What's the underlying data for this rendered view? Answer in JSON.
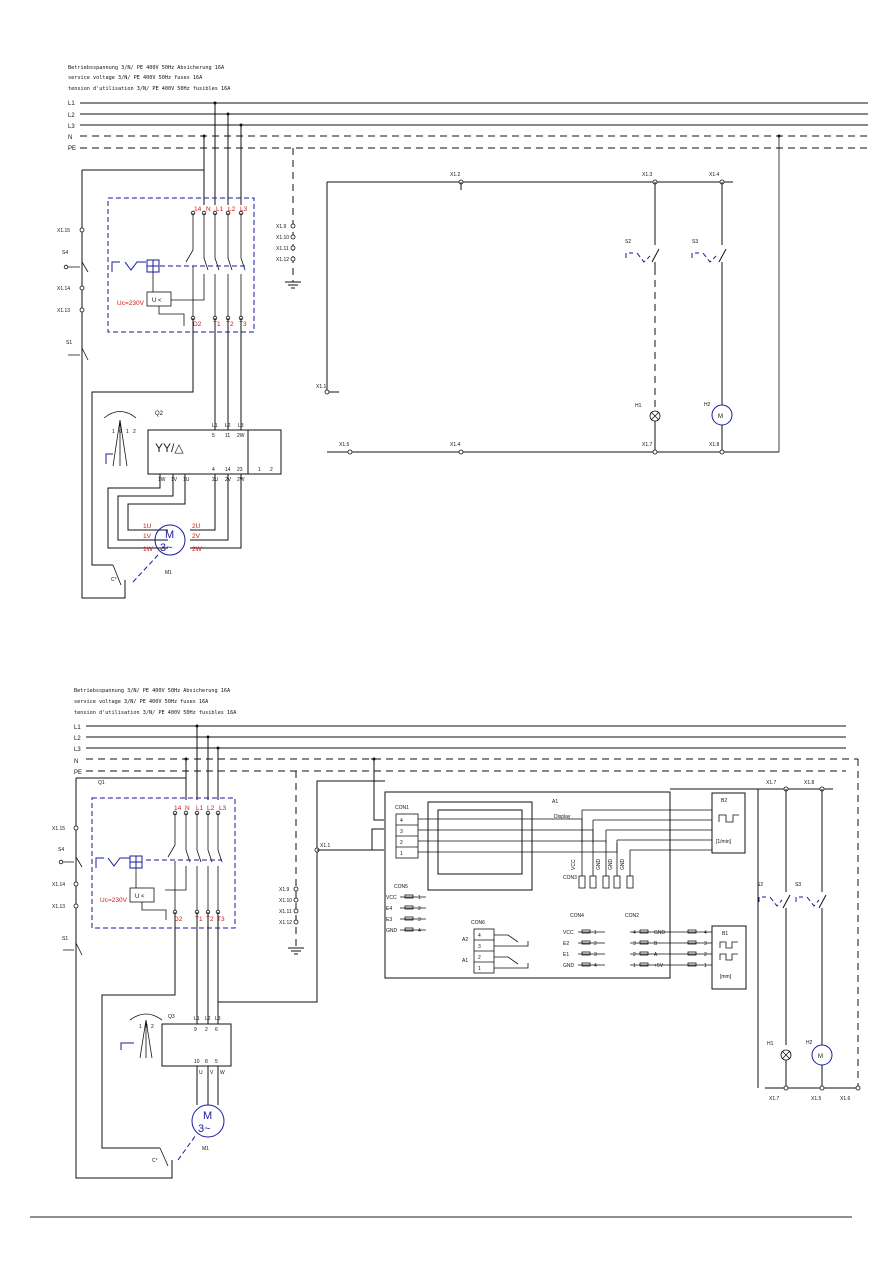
{
  "diagram1": {
    "header": [
      "Betriebsspannung 3/N/ PE 400V 50Hz Absicherung 16A",
      "service voltage 3/N/ PE 400V 50Hz fuses 16A",
      "tension d'utilisation 3/N/ PE 400V 50Hz fusibles 16A"
    ],
    "bus_labels": [
      "L1",
      "L2",
      "L3",
      "N",
      "PE"
    ],
    "terminals": {
      "x12": "X1.2",
      "x13": "X1.3",
      "x14": "X1.4",
      "x15": "X1.5",
      "x1_9": "X1.9",
      "x1_10": "X1.10",
      "x1_11": "X1.11",
      "x1_12": "X1.12",
      "x1_15": "X1.15",
      "x1_14": "X1.14",
      "x1_13": "X1.13",
      "x1_1": "X1.1",
      "x1_5b": "X1.5",
      "x1_4b": "X1.4",
      "x1_7": "X1.7",
      "x1_8": "X1.8"
    },
    "breaker_top": [
      "14",
      "N",
      "L1",
      "L2",
      "L3"
    ],
    "breaker_bottom": [
      "D2",
      "T1",
      "T2",
      "T3"
    ],
    "uc_label": "Uc=230V",
    "u_label": "U <",
    "switch_labels": {
      "s4": "S4",
      "s1": "S1",
      "s2": "S2",
      "s3": "S3"
    },
    "pole_switch": {
      "name": "Q2",
      "symbol": "YY/△",
      "positions": [
        "1",
        "0",
        "1",
        "2"
      ],
      "top_terms": [
        "5",
        "11",
        "2W"
      ],
      "top_lines": [
        "L1",
        "L2",
        "L3"
      ],
      "mid_terms": [
        "4",
        "14",
        "23",
        "1",
        "2"
      ],
      "bottom_terms": [
        "1W",
        "1V",
        "1U",
        "2U",
        "2V",
        "2W"
      ]
    },
    "motor": {
      "name": "M1",
      "letter": "M",
      "kind": "3~",
      "left_labels": [
        "1U",
        "1V",
        "1W"
      ],
      "right_labels": [
        "2U",
        "2V",
        "2W"
      ]
    },
    "thermo": "C°",
    "lamp": "H1",
    "motor2": {
      "name": "H2",
      "letter": "M"
    }
  },
  "diagram2": {
    "header": [
      "Betriebsspannung 3/N/ PE 400V 50Hz Absicherung 16A",
      "service voltage 3/N/ PE 400V 50Hz fuses 16A",
      "tension d'utilisation 3/N/ PE 400V 50Hz fusibles 16A"
    ],
    "bus_labels": [
      "L1",
      "L2",
      "L3",
      "N",
      "PE"
    ],
    "breaker_name": "Q1",
    "breaker_top": [
      "14",
      "N",
      "L1",
      "L2",
      "L3"
    ],
    "breaker_bottom": [
      "D2",
      "T1",
      "T2",
      "T3"
    ],
    "uc_label": "Uc=230V",
    "u_label": "U <",
    "terminals": {
      "x1_15": "X1.15",
      "x1_14": "X1.14",
      "x1_13": "X1.13",
      "x1_1": "X1.1",
      "x1_9": "X1.9",
      "x1_10": "X1.10",
      "x1_11": "X1.11",
      "x1_12": "X1.12",
      "x1_7": "X1.7",
      "x1_8": "X1.8",
      "x1_7b": "X1.7",
      "x1_5": "X1.5",
      "x1_6": "X1.6"
    },
    "switch_labels": {
      "s4": "S4",
      "s1": "S1",
      "s2": "S2",
      "s3": "S3"
    },
    "display": {
      "name": "A1",
      "label": "Display"
    },
    "con1": {
      "name": "CON1",
      "pins": [
        "4",
        "3",
        "2",
        "1"
      ]
    },
    "con5": {
      "name": "CON5",
      "signals": [
        "VCC",
        "E4",
        "E3",
        "GND"
      ],
      "pins": [
        "1",
        "2",
        "3",
        "4"
      ]
    },
    "con6": {
      "name": "CON6",
      "pins": [
        "4",
        "3",
        "2",
        "1"
      ],
      "relays": [
        "A2",
        "A1"
      ]
    },
    "con4": {
      "name": "CON4",
      "signals": [
        "VCC",
        "E2",
        "E1",
        "GND"
      ],
      "pins": [
        "1",
        "2",
        "3",
        "4"
      ]
    },
    "con2": {
      "name": "CON2",
      "pins": [
        "4",
        "3",
        "2",
        "1"
      ],
      "signals": [
        "GND",
        "B",
        "A",
        "+5V"
      ]
    },
    "con3": {
      "name": "CON3",
      "signals": [
        "VCC",
        "GND",
        "GND",
        "GND"
      ]
    },
    "sensor_b2": {
      "name": "B2",
      "unit": "[1/min]"
    },
    "sensor_b1": {
      "name": "B1",
      "unit": "[mm]",
      "pins": [
        "4",
        "3",
        "2",
        "1"
      ]
    },
    "pole_switch": {
      "name": "Q3",
      "positions": [
        "1",
        "0",
        "2"
      ],
      "top_lines": [
        "L1",
        "L2",
        "L3"
      ],
      "top_terms": [
        "9",
        "2",
        "6"
      ],
      "bottom_terms": [
        "10",
        "8",
        "5"
      ],
      "motor_terms": [
        "U",
        "V",
        "W"
      ]
    },
    "motor": {
      "name": "M1",
      "letter": "M",
      "kind": "3~"
    },
    "thermo": "C°",
    "lamp": "H1",
    "motor2": {
      "name": "H2",
      "letter": "M"
    }
  },
  "colors": {
    "wire": "#111111",
    "accent_red": "#d01818",
    "accent_blue": "#1a1aa0"
  }
}
